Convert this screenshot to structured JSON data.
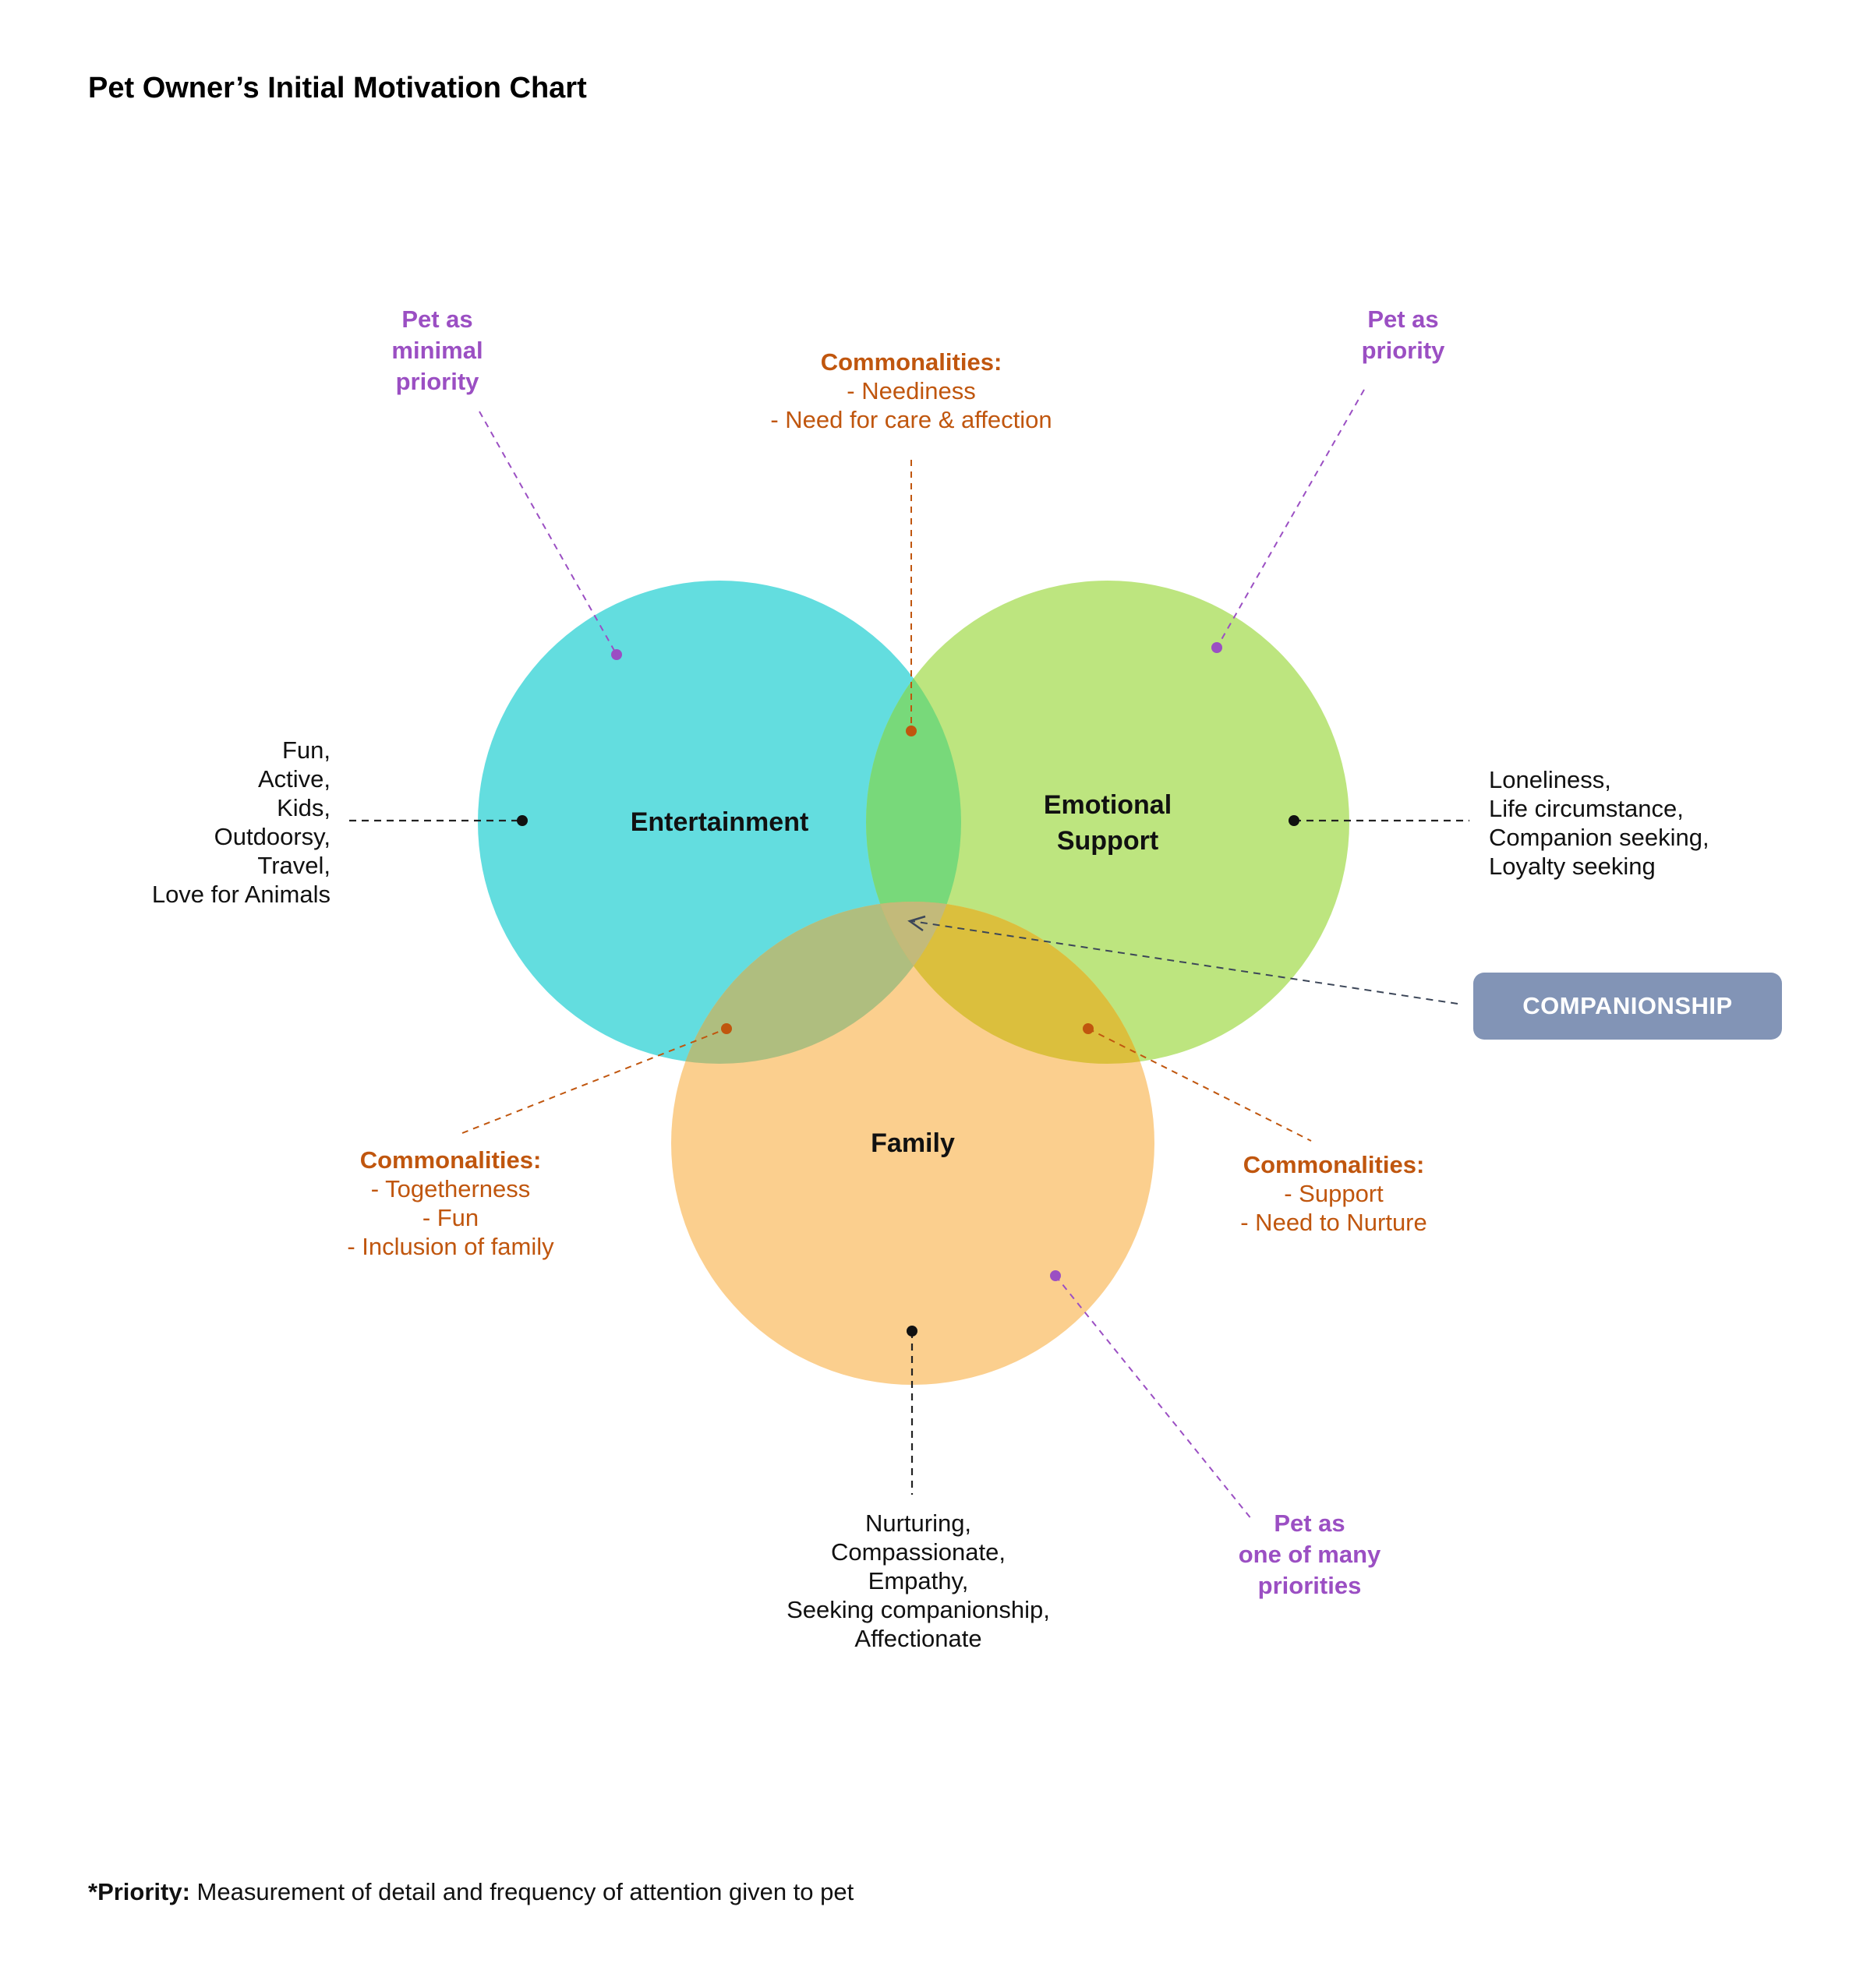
{
  "title": "Pet Owner’s Initial Motivation Chart",
  "colors": {
    "entertainment": "#63dddf",
    "emotional_support": "#bde57f",
    "family": "#fbcf8e",
    "overlap_ent_emo": "#78d97a",
    "overlap_ent_fam": "#afbe7f",
    "overlap_emo_fam": "#dbbf3d",
    "center": "#c3ba7a",
    "priority_text": "#9b4fc3",
    "commonality_text": "#c0560e",
    "companionship_badge": "#8294b6"
  },
  "circles": {
    "entertainment": {
      "label": "Entertainment"
    },
    "emotional_support": {
      "label_lines": [
        "Emotional",
        "Support"
      ]
    },
    "family": {
      "label": "Family"
    }
  },
  "attributes": {
    "entertainment": [
      "Fun,",
      "Active,",
      "Kids,",
      "Outdoorsy,",
      "Travel,",
      "Love for Animals"
    ],
    "emotional_support": [
      "Loneliness,",
      "Life circumstance,",
      "Companion seeking,",
      "Loyalty seeking"
    ],
    "family": [
      "Nurturing,",
      "Compassionate,",
      "Empathy,",
      "Seeking companionship,",
      "Affectionate"
    ]
  },
  "priorities": {
    "entertainment": [
      "Pet as",
      "minimal",
      "priority"
    ],
    "emotional_support": [
      "Pet as",
      "priority"
    ],
    "family": [
      "Pet as",
      "one of many",
      "priorities"
    ]
  },
  "commonalities": {
    "entertainment_emotional": {
      "heading": "Commonalities:",
      "items": [
        "- Neediness",
        "- Need for care & affection"
      ]
    },
    "entertainment_family": {
      "heading": "Commonalities:",
      "items": [
        "- Togetherness",
        "- Fun",
        "- Inclusion of family"
      ]
    },
    "emotional_family": {
      "heading": "Commonalities:",
      "items": [
        "- Support",
        "- Need to Nurture"
      ]
    }
  },
  "companionship_label": "COMPANIONSHIP",
  "footnote": {
    "term": "*Priority:",
    "definition": " Measurement of detail and frequency of attention given to pet"
  }
}
